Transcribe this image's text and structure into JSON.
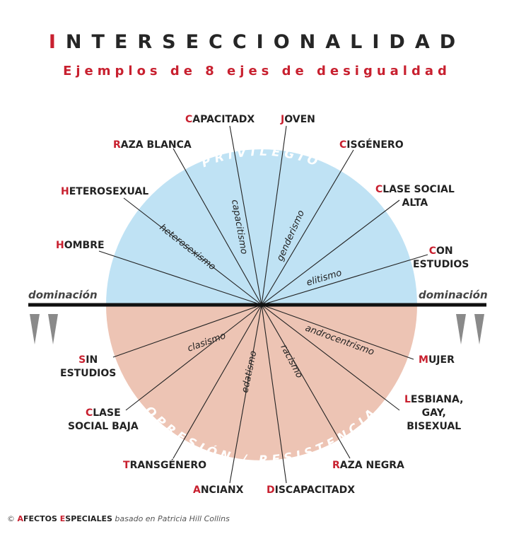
{
  "title": {
    "first": "I",
    "rest": "NTERSECCIONALIDAD"
  },
  "subtitle": "Ejemplos de 8 ejes de desigualdad",
  "dominacion_left": "dominación",
  "dominacion_right": "dominación",
  "privilege_arc": "PRIVILEGIO",
  "oppression_arc": "OPRESIÓN / RESISTENCIA",
  "colors": {
    "accent": "#c8202f",
    "privilege": "#bfe2f4",
    "oppression": "#edc4b4",
    "line": "#111111",
    "triangle": "#8a8a8a"
  },
  "top_labels": [
    {
      "first": "C",
      "rest": "APACITADX"
    },
    {
      "first": "J",
      "rest": "OVEN"
    },
    {
      "first": "R",
      "rest": "AZA BLANCA"
    },
    {
      "first": "C",
      "rest": "ISGÉNERO"
    },
    {
      "first": "H",
      "rest": "ETEROSEXUAL"
    },
    {
      "first": "C",
      "rest": "LASE SOCIAL",
      "line2": "ALTA"
    },
    {
      "first": "H",
      "rest": "OMBRE"
    },
    {
      "first": "C",
      "rest": "ON",
      "line2": "ESTUDIOS"
    }
  ],
  "bottom_labels": [
    {
      "first": "S",
      "rest": "IN",
      "line2": "ESTUDIOS"
    },
    {
      "first": "M",
      "rest": "UJER"
    },
    {
      "first": "C",
      "rest": "LASE",
      "line2": "SOCIAL BAJA"
    },
    {
      "first": "L",
      "rest": "ESBIANA,",
      "line2": "GAY,",
      "line3": "BISEXUAL"
    },
    {
      "first": "T",
      "rest": "RANSGÉNERO"
    },
    {
      "first": "R",
      "rest": "AZA NEGRA"
    },
    {
      "first": "A",
      "rest": "NCIANX"
    },
    {
      "first": "D",
      "rest": "ISCAPACITADX"
    }
  ],
  "axes": {
    "capacitismo": "capacitismo",
    "genderismo": "genderismo",
    "heterosexismo": "heterosexismo",
    "elitismo": "elitismo",
    "clasismo": "clasismo",
    "androcentrismo": "androcentrismo",
    "edatismo": "edatismo",
    "racismo": "racismo"
  },
  "credit": {
    "symbol": "©",
    "brand_a_first": "A",
    "brand_a_rest": "FECTOS",
    "brand_b_first": "E",
    "brand_b_rest": "SPECIALES",
    "rest": "basado en Patricia Hill Collins"
  }
}
